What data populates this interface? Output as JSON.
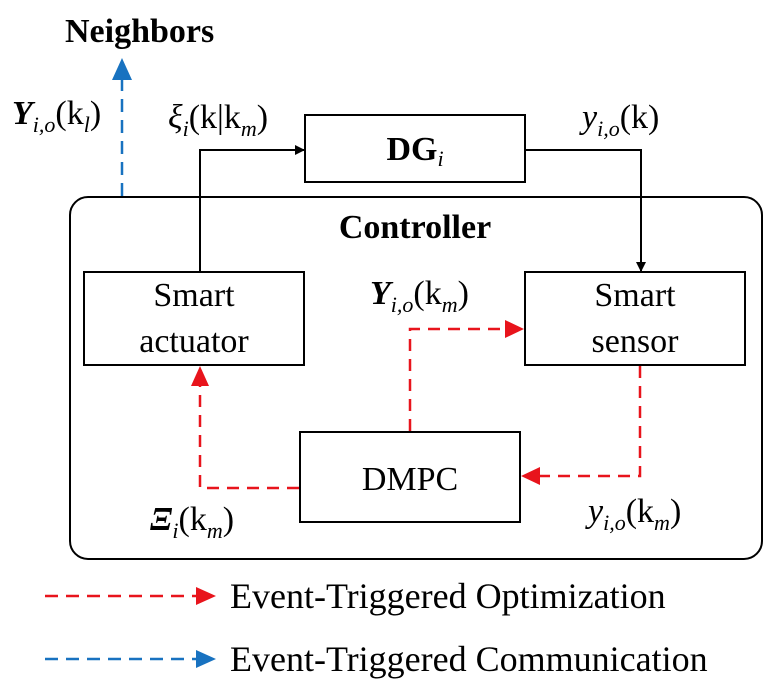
{
  "title": "Neighbors",
  "controller_label": "Controller",
  "blocks": {
    "dg": {
      "main": "DG",
      "sub": "i"
    },
    "actuator": {
      "line1": "Smart",
      "line2": "actuator"
    },
    "sensor": {
      "line1": "Smart",
      "line2": "sensor"
    },
    "dmpc": {
      "label": "DMPC"
    }
  },
  "signals": {
    "y_neighbors": {
      "sym": "Y",
      "sub": "i,o",
      "arg": "(k",
      "argsub": "l",
      "close": ")"
    },
    "xi": {
      "sym": "ξ",
      "sub": "i",
      "arg": "(k|k",
      "argsub": "m",
      "close": ")"
    },
    "y_out": {
      "sym": "y",
      "sub": "i,o",
      "arg": "(k)"
    },
    "y_km": {
      "sym": "Y",
      "sub": "i,o",
      "arg": "(k",
      "argsub": "m",
      "close": ")"
    },
    "xi_cap": {
      "sym": "Ξ",
      "sub": "i",
      "arg": "(k",
      "argsub": "m",
      "close": ")"
    },
    "y_sensor_out": {
      "sym": "y",
      "sub": "i,o",
      "arg": "(k",
      "argsub": "m",
      "close": ")"
    }
  },
  "legend": [
    {
      "label": "Event-Triggered Optimization",
      "color": "#e8141c",
      "style": "dashed"
    },
    {
      "label": "Event-Triggered Communication",
      "color": "#1872c0",
      "style": "dashed"
    }
  ],
  "colors": {
    "optimization": "#e8141c",
    "communication": "#1872c0",
    "line": "#000000"
  }
}
